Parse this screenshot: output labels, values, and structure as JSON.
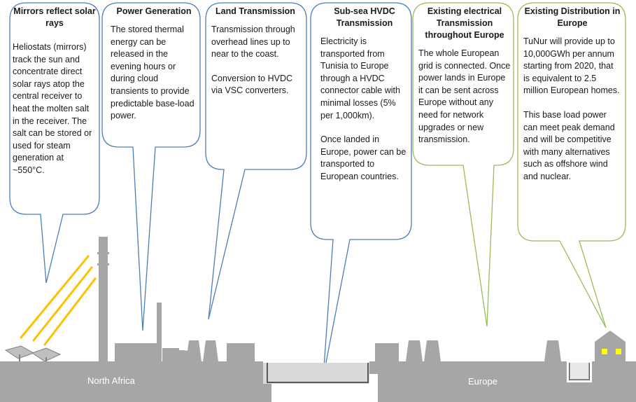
{
  "bubbles": [
    {
      "id": "mirrors",
      "title": "Mirrors reflect solar rays",
      "paragraphs": [
        "Heliostats (mirrors) track the sun and concentrate direct solar rays atop the central receiver to heat the molten salt in the receiver. The salt can be stored or used for steam generation at ~550°C."
      ],
      "border_color": "#4a7ebb"
    },
    {
      "id": "power",
      "title": "Power Generation",
      "paragraphs": [
        "The stored thermal energy can be released in the evening hours or during cloud transients to provide predictable base-load power."
      ],
      "border_color": "#4a7ebb"
    },
    {
      "id": "land",
      "title": "Land Transmission",
      "paragraphs": [
        "Transmission through overhead lines up to near to the coast.",
        "Conversion to HVDC via VSC converters."
      ],
      "border_color": "#4a7ebb"
    },
    {
      "id": "subsea",
      "title": "Sub-sea HVDC Transmission",
      "paragraphs": [
        "Electricity is transported from Tunisia to Europe through a HVDC connector cable with minimal losses (5% per 1,000km).",
        "Once landed in Europe, power can be transported to European countries."
      ],
      "border_color": "#4a7ebb"
    },
    {
      "id": "europe-transmission",
      "title": "Existing electrical Transmission throughout Europe",
      "paragraphs": [
        "The whole European grid is connected. Once power lands in Europe it can be sent across Europe without any need for network upgrades or new transmission."
      ],
      "border_color": "#9bbb59"
    },
    {
      "id": "europe-distribution",
      "title": "Existing Distribution in Europe",
      "paragraphs": [
        "TuNur will provide up to 10,000GWh per annum starting from 2020, that is equivalent to 2.5 million European homes.",
        "This base load power can meet peak demand and will be competitive with many alternatives such as offshore wind and nuclear."
      ],
      "border_color": "#9bbb59"
    }
  ],
  "regions": {
    "north_africa": "North Africa",
    "europe": "Europe"
  },
  "colors": {
    "ground": "#a6a6a6",
    "sea": "#d9d9d9",
    "rays": "#ffc000",
    "windows": "#ffff00",
    "cable": "#595959",
    "pylons": "#ffffff"
  }
}
